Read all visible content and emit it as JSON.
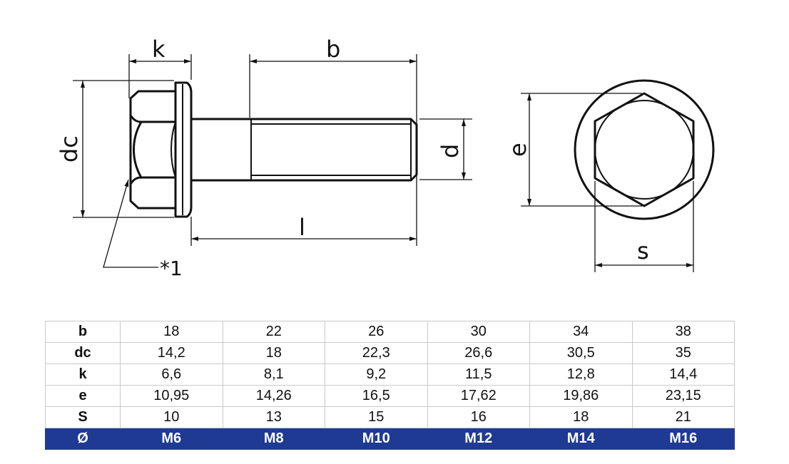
{
  "drawing": {
    "labels": {
      "k": "k",
      "b": "b",
      "dc": "dc",
      "d": "d",
      "l": "l",
      "e": "e",
      "s": "s",
      "note": "*1"
    }
  },
  "table": {
    "rows": [
      {
        "label": "b",
        "values": [
          "18",
          "22",
          "26",
          "30",
          "34",
          "38"
        ]
      },
      {
        "label": "dc",
        "values": [
          "14,2",
          "18",
          "22,3",
          "26,6",
          "30,5",
          "35"
        ]
      },
      {
        "label": "k",
        "values": [
          "6,6",
          "8,1",
          "9,2",
          "11,5",
          "12,8",
          "14,4"
        ]
      },
      {
        "label": "e",
        "values": [
          "10,95",
          "14,26",
          "16,5",
          "17,62",
          "19,86",
          "23,15"
        ]
      },
      {
        "label": "S",
        "values": [
          "10",
          "13",
          "15",
          "16",
          "18",
          "21"
        ]
      }
    ],
    "size_row": {
      "label": "Ø",
      "values": [
        "M6",
        "M8",
        "M10",
        "M12",
        "M14",
        "M16"
      ]
    }
  },
  "colors": {
    "size_row_bg": "#1f3a93",
    "size_row_text": "#ffffff",
    "line": "#111111"
  }
}
